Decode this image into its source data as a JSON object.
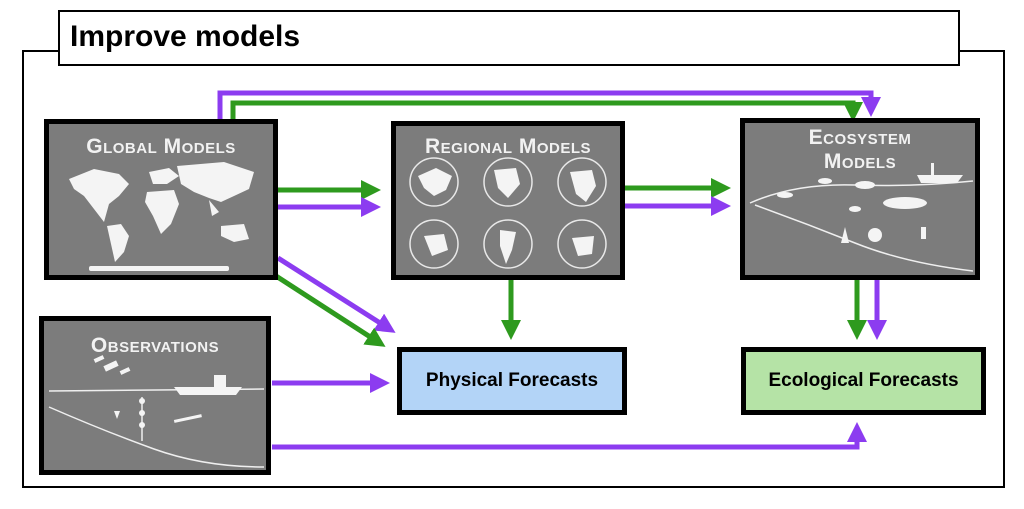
{
  "title": "Improve models",
  "panels": {
    "global": {
      "label": "Global Models",
      "icon": "world-map-icon"
    },
    "regional": {
      "label": "Regional Models",
      "icon": "globes-icon"
    },
    "ecosystem": {
      "label_line1": "Ecosystem",
      "label_line2": "Models",
      "icon": "marine-ecosystem-icon"
    },
    "observations": {
      "label": "Observations",
      "icon": "ocean-observing-icon"
    }
  },
  "forecasts": {
    "physical": {
      "label": "Physical Forecasts",
      "color": "#b3d4f7"
    },
    "ecological": {
      "label": "Ecological Forecasts",
      "color": "#b5e3a6"
    }
  },
  "colors": {
    "green_arrow": "#2e9a1e",
    "purple_arrow": "#8c3cf0",
    "panel_bg": "#7c7c7c"
  }
}
